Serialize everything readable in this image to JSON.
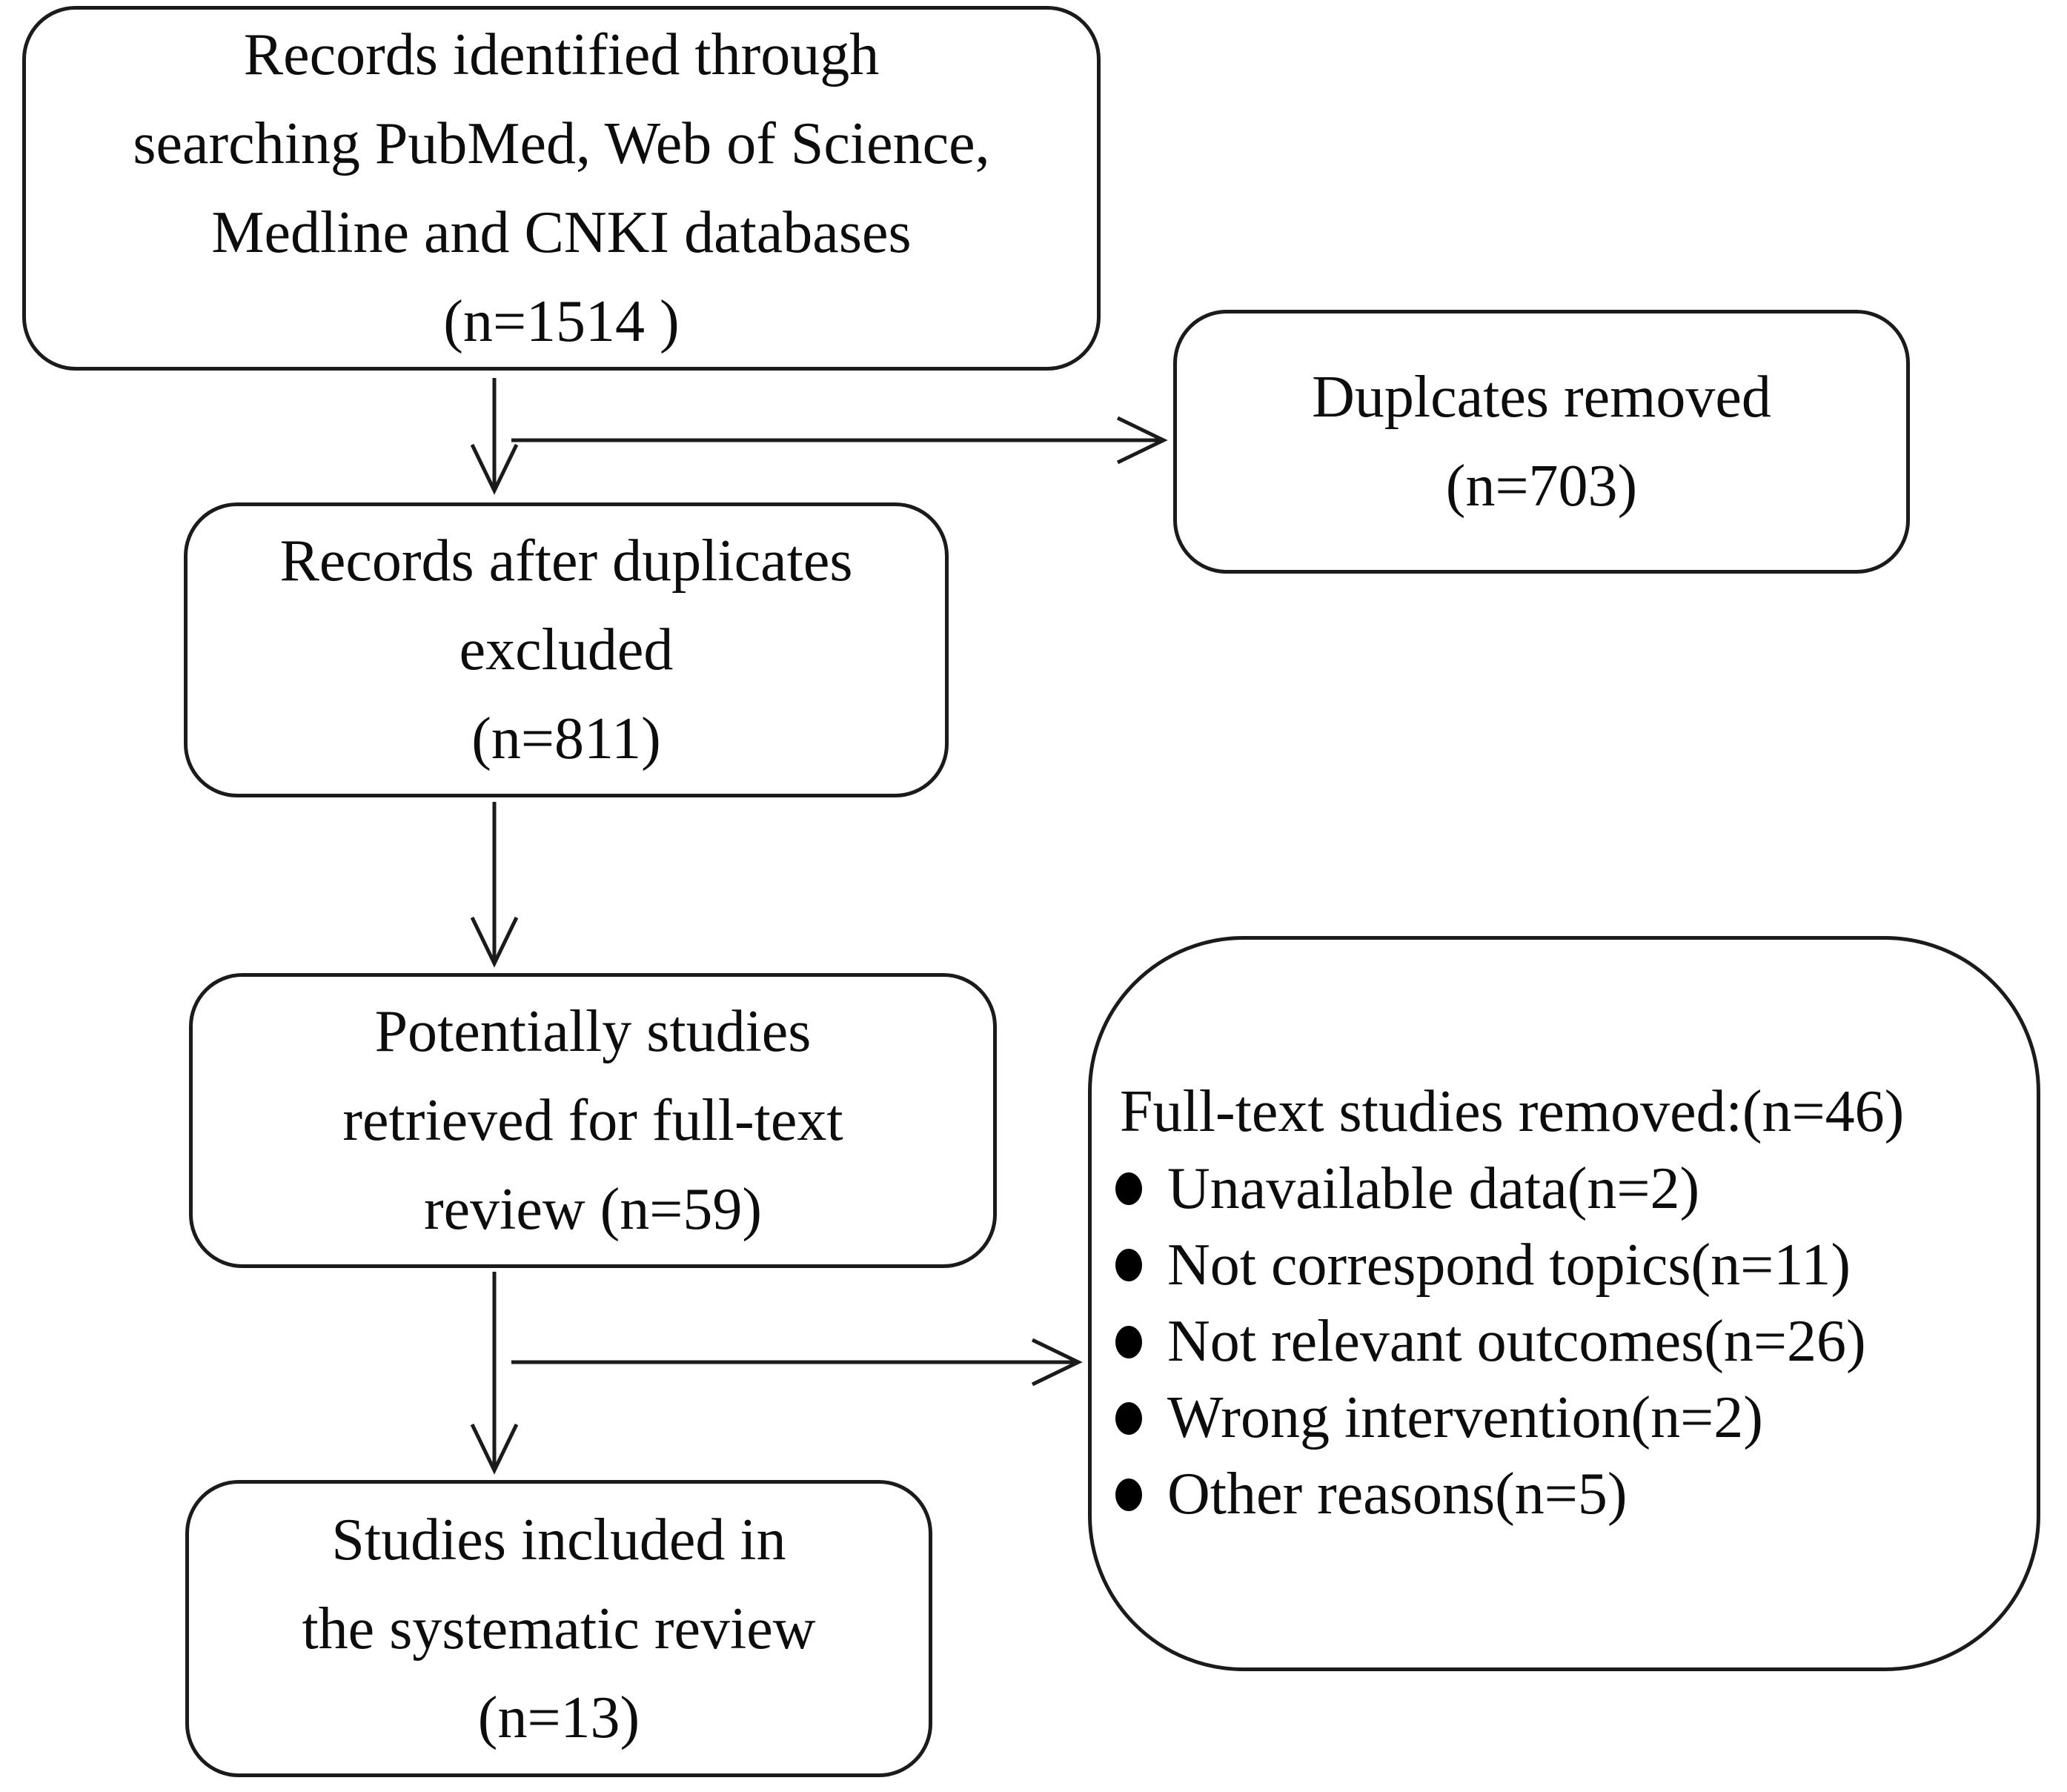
{
  "diagram": {
    "title": "PRISMA study selection flow diagram",
    "colors": {
      "ink": "#1b1b1b",
      "background": "#ffffff"
    },
    "boxes": {
      "identification": {
        "lines": [
          "Records identified through",
          "searching PubMed, Web of Science,",
          "Medline and CNKI databases",
          "(n=1514 )"
        ],
        "n": 1514
      },
      "duplicates_removed": {
        "lines": [
          "Duplcates removed",
          "(n=703)"
        ],
        "n": 703
      },
      "after_duplicates": {
        "lines": [
          "Records after duplicates",
          "excluded",
          "(n=811)"
        ],
        "n": 811
      },
      "fulltext_retrieved": {
        "lines": [
          "Potentially studies",
          "retrieved for full-text",
          "review (n=59)"
        ],
        "n": 59
      },
      "fulltext_removed": {
        "heading": "Full-text studies removed:(n=46)",
        "n": 46,
        "bullets": [
          "Unavailable data(n=2)",
          "Not correspond topics(n=11)",
          "Not relevant outcomes(n=26)",
          "Wrong intervention(n=2)",
          "Other reasons(n=5)"
        ]
      },
      "included": {
        "lines": [
          "Studies included in",
          "the systematic review",
          "(n=13)"
        ],
        "n": 13
      }
    }
  }
}
